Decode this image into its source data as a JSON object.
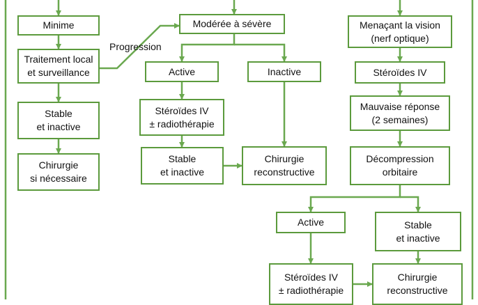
{
  "colors": {
    "border": "#5b9a3c",
    "line": "#6aa84f",
    "text": "#111111",
    "background": "#ffffff"
  },
  "nodes": {
    "minime": {
      "lines": [
        "Minime"
      ]
    },
    "traitement": {
      "lines": [
        "Traitement local",
        "et surveillance"
      ]
    },
    "stable_left": {
      "lines": [
        "Stable",
        "et inactive"
      ]
    },
    "chirurgie_left": {
      "lines": [
        "Chirurgie",
        "si nécessaire"
      ]
    },
    "moderee": {
      "lines": [
        "Modérée à sévère"
      ]
    },
    "active_mid": {
      "lines": [
        "Active"
      ]
    },
    "inactive_mid": {
      "lines": [
        "Inactive"
      ]
    },
    "steroides_radio_mid": {
      "lines": [
        "Stéroïdes IV",
        "± radiothérapie"
      ]
    },
    "stable_mid": {
      "lines": [
        "Stable",
        "et inactive"
      ]
    },
    "chirurgie_recon_mid": {
      "lines": [
        "Chirurgie",
        "reconstructive"
      ]
    },
    "menacant": {
      "lines": [
        "Menaçant la vision",
        "(nerf optique)"
      ]
    },
    "steroides_right": {
      "lines": [
        "Stéroïdes IV"
      ]
    },
    "mauvaise": {
      "lines": [
        "Mauvaise réponse",
        "(2 semaines)"
      ]
    },
    "decompression": {
      "lines": [
        "Décompression",
        "orbitaire"
      ]
    },
    "active_bottom": {
      "lines": [
        "Active"
      ]
    },
    "stable_bottom": {
      "lines": [
        "Stable",
        "et inactive"
      ]
    },
    "steroides_radio_bottom": {
      "lines": [
        "Stéroïdes IV",
        "± radiothérapie"
      ]
    },
    "chirurgie_recon_bottom": {
      "lines": [
        "Chirurgie",
        "reconstructive"
      ]
    }
  },
  "edge_labels": {
    "progression": "Progression"
  }
}
